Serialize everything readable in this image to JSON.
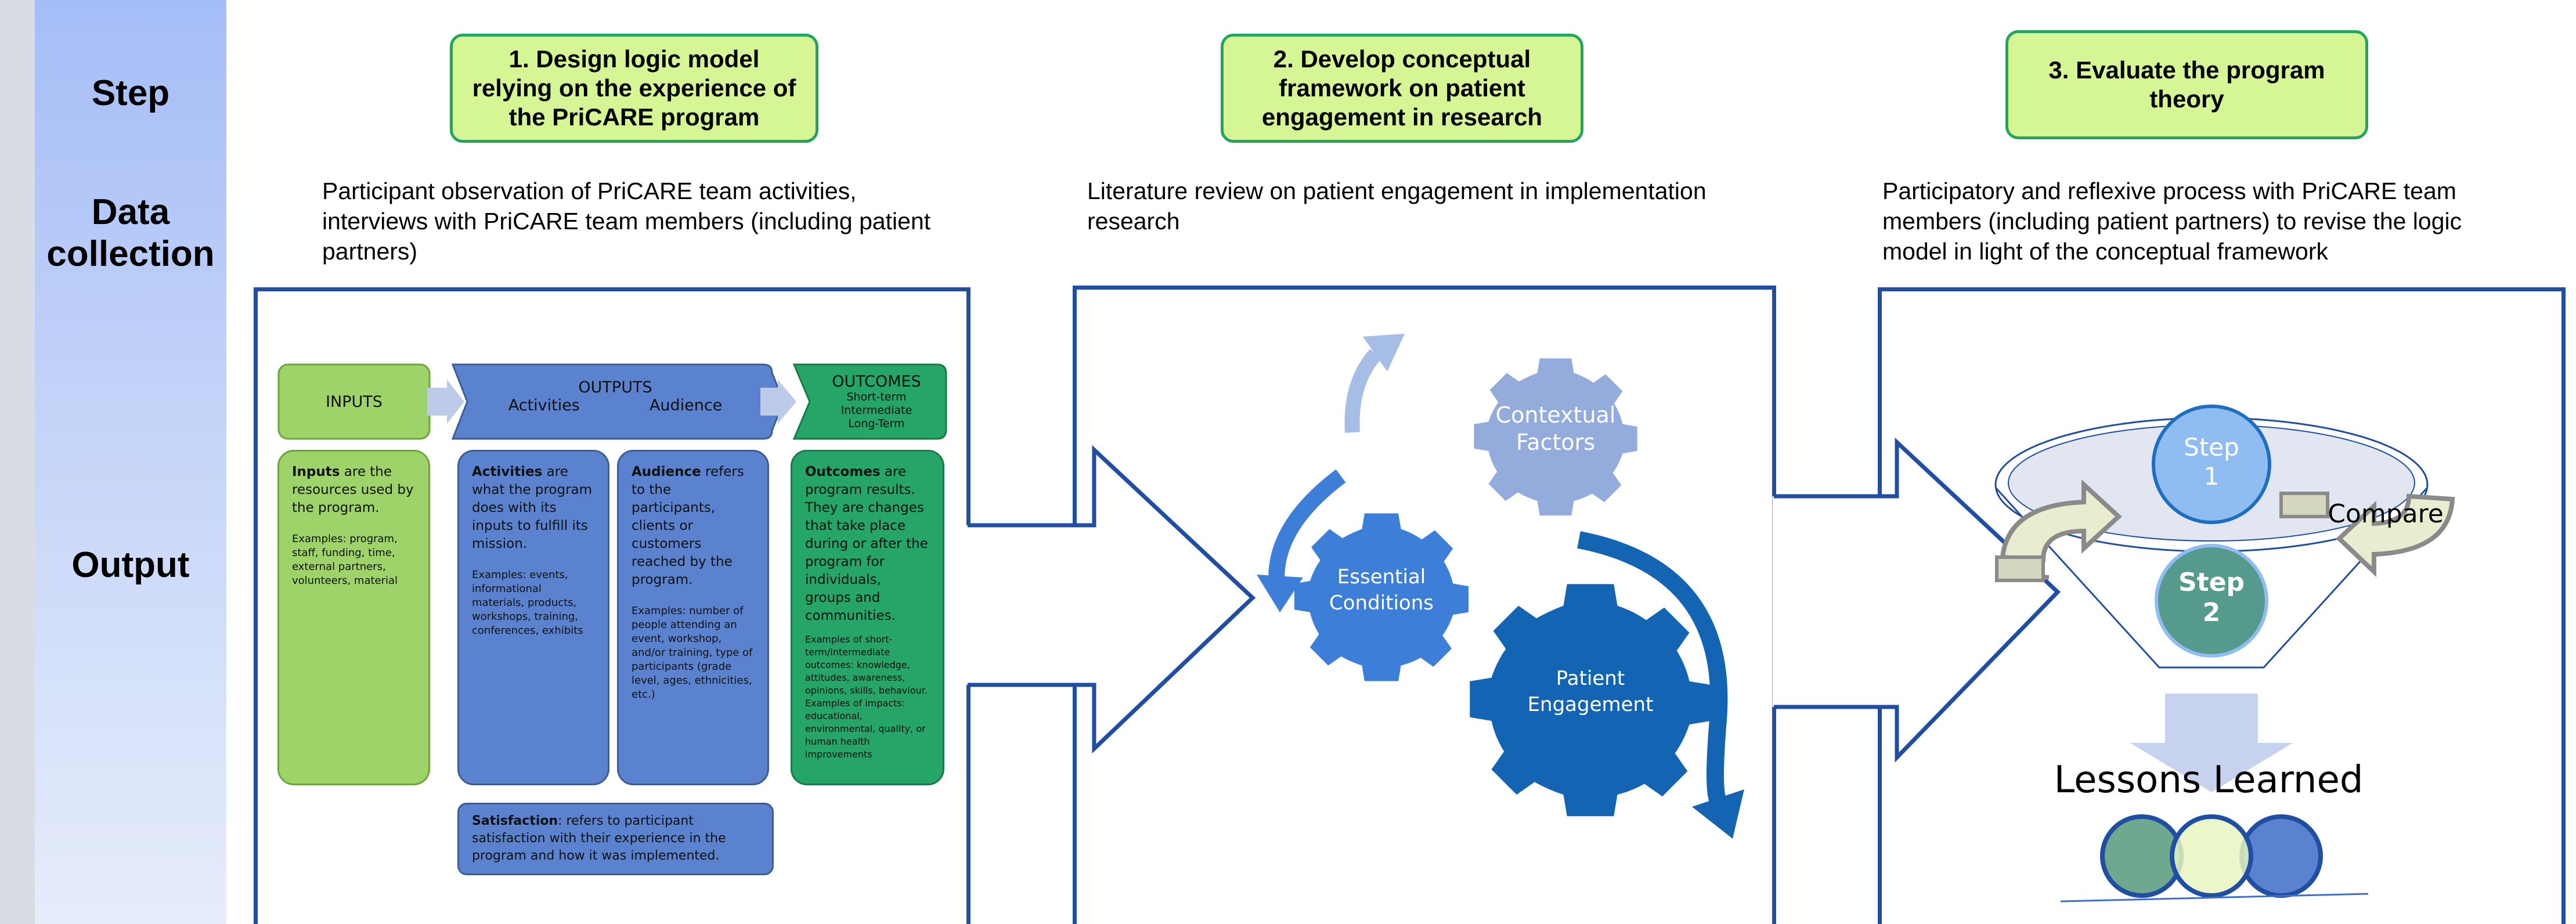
{
  "rows": {
    "step": "Step",
    "data_collection_line1": "Data",
    "data_collection_line2": "collection",
    "output": "Output"
  },
  "steps": [
    {
      "line1": "1. Design logic model",
      "line2": "relying on the experience of",
      "line3": "the PriCARE program"
    },
    {
      "line1": "2. Develop conceptual",
      "line2": "framework on patient",
      "line3": "engagement in research"
    },
    {
      "line1": "3. Evaluate the program",
      "line2": "theory"
    }
  ],
  "data_collection": [
    {
      "line1": "Participant observation of PriCARE team activities,",
      "line2": "interviews with PriCARE team members (including patient",
      "line3": "partners)"
    },
    {
      "line1": "Literature review on patient engagement in implementation",
      "line2": "research"
    },
    {
      "line1": "Participatory and reflexive process with PriCARE team",
      "line2": "members (including patient partners) to revise the logic",
      "line3": "model in light of the conceptual framework"
    }
  ],
  "logic_model": {
    "inputs_header": "INPUTS",
    "outputs_header": "OUTPUTS",
    "outputs_sub1": "Activities",
    "outputs_sub2": "Audience",
    "outcomes_header": "OUTCOMES",
    "outcomes_sub1": "Short-term",
    "outcomes_sub2": "Intermediate",
    "outcomes_sub3": "Long-Term",
    "inputs_bold": "Inputs",
    "inputs_text": " are the resources used by the program.",
    "inputs_examples": "Examples: program, staff, funding, time, external partners, volunteers, material",
    "activities_bold": "Activities",
    "activities_text": " are what the program does with its inputs to fulfill its mission.",
    "activities_examples": "Examples: events, informational materials, products, workshops, training, conferences, exhibits",
    "audience_bold": "Audience",
    "audience_text": " refers to the participants, clients or customers reached by the program.",
    "audience_examples": "Examples: number of people attending an event, workshop, and/or training, type of participants (grade level, ages, ethnicities, etc.)",
    "outcomes_bold": "Outcomes",
    "outcomes_text": " are program results. They are changes that take place during or after the program for individuals, groups and communities.",
    "outcomes_examples": "Examples of short-term/intermediate outcomes: knowledge, attitudes, awareness, opinions, skills, behaviour. Examples of impacts: educational, environmental, quality, or human health improvements",
    "satisfaction_bold": "Satisfaction",
    "satisfaction_text": ":  refers to participant satisfaction with their experience in the program and how it was implemented."
  },
  "gears": {
    "contextual_line1": "Contextual",
    "contextual_line2": "Factors",
    "essential_line1": "Essential",
    "essential_line2": "Conditions",
    "patient_line1": "Patient",
    "patient_line2": "Engagement"
  },
  "evaluation": {
    "step1_line1": "Step",
    "step1_line2": "1",
    "step2_line1": "Step",
    "step2_line2": "2",
    "compare": "Compare",
    "lessons": "Lessons Learned"
  },
  "colors": {
    "frame_blue": "#1f4ea3",
    "step_fill": "#d6f595",
    "step_border": "#22a55c",
    "inputs_green": "#9ed36a",
    "outputs_blue": "#5b82cf",
    "outcomes_green": "#25a567",
    "gear_light": "#93acdc",
    "gear_mid": "#3d7ed8",
    "gear_dark": "#1464b4"
  }
}
